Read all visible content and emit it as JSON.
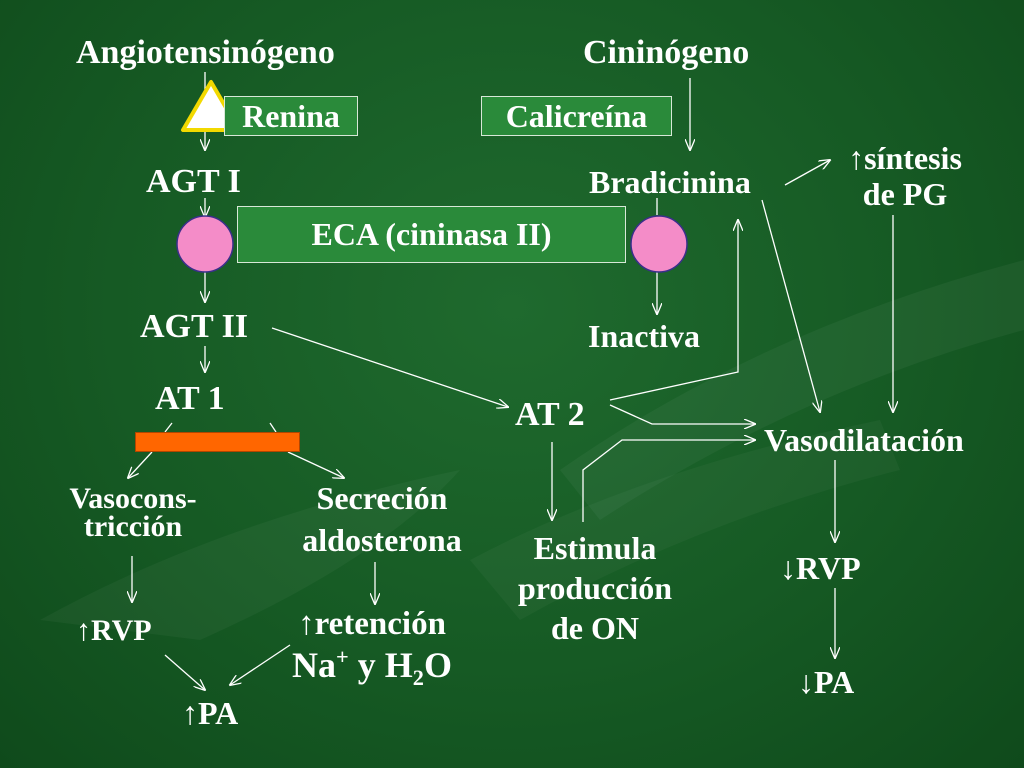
{
  "left": {
    "angiotensinogeno": "Angiotensinógeno",
    "renina": "Renina",
    "agt1": "AGT I",
    "agt2": "AGT II",
    "at1": "AT 1",
    "vasoconstriccion_1": "Vasocons-",
    "vasoconstriccion_2": "tricción",
    "secrecion_1": "Secreción",
    "secrecion_2": "aldosterona",
    "rvp_up": "↑RVP",
    "retencion": "↑retención",
    "na_pre": "Na",
    "na_sup": "+",
    "na_mid": " y H",
    "na_sub": "2",
    "na_post": "O",
    "pa_up": "↑PA"
  },
  "center": {
    "eca": "ECA (cininasa II)",
    "at2": "AT 2",
    "estimula_1": "Estimula",
    "estimula_2": "producción",
    "estimula_3": "de ON"
  },
  "right": {
    "cininogeno": "Cininógeno",
    "calicreina": "Calicreína",
    "bradicinina": "Bradicinina",
    "inactiva": "Inactiva",
    "sintesis_1": "↑síntesis",
    "sintesis_2": "de PG",
    "vasodilatacion": "Vasodilatación",
    "rvp_down": "↓RVP",
    "pa_down": "↓PA"
  },
  "colors": {
    "background": "#165a24",
    "box_fill": "#2a8a3a",
    "enzyme_circle": "#f48cc8",
    "triangle": "#ffffff",
    "triangle_border": "#f2d900",
    "blocker_bar": "#ff6600",
    "arrow": "#ffffff"
  }
}
